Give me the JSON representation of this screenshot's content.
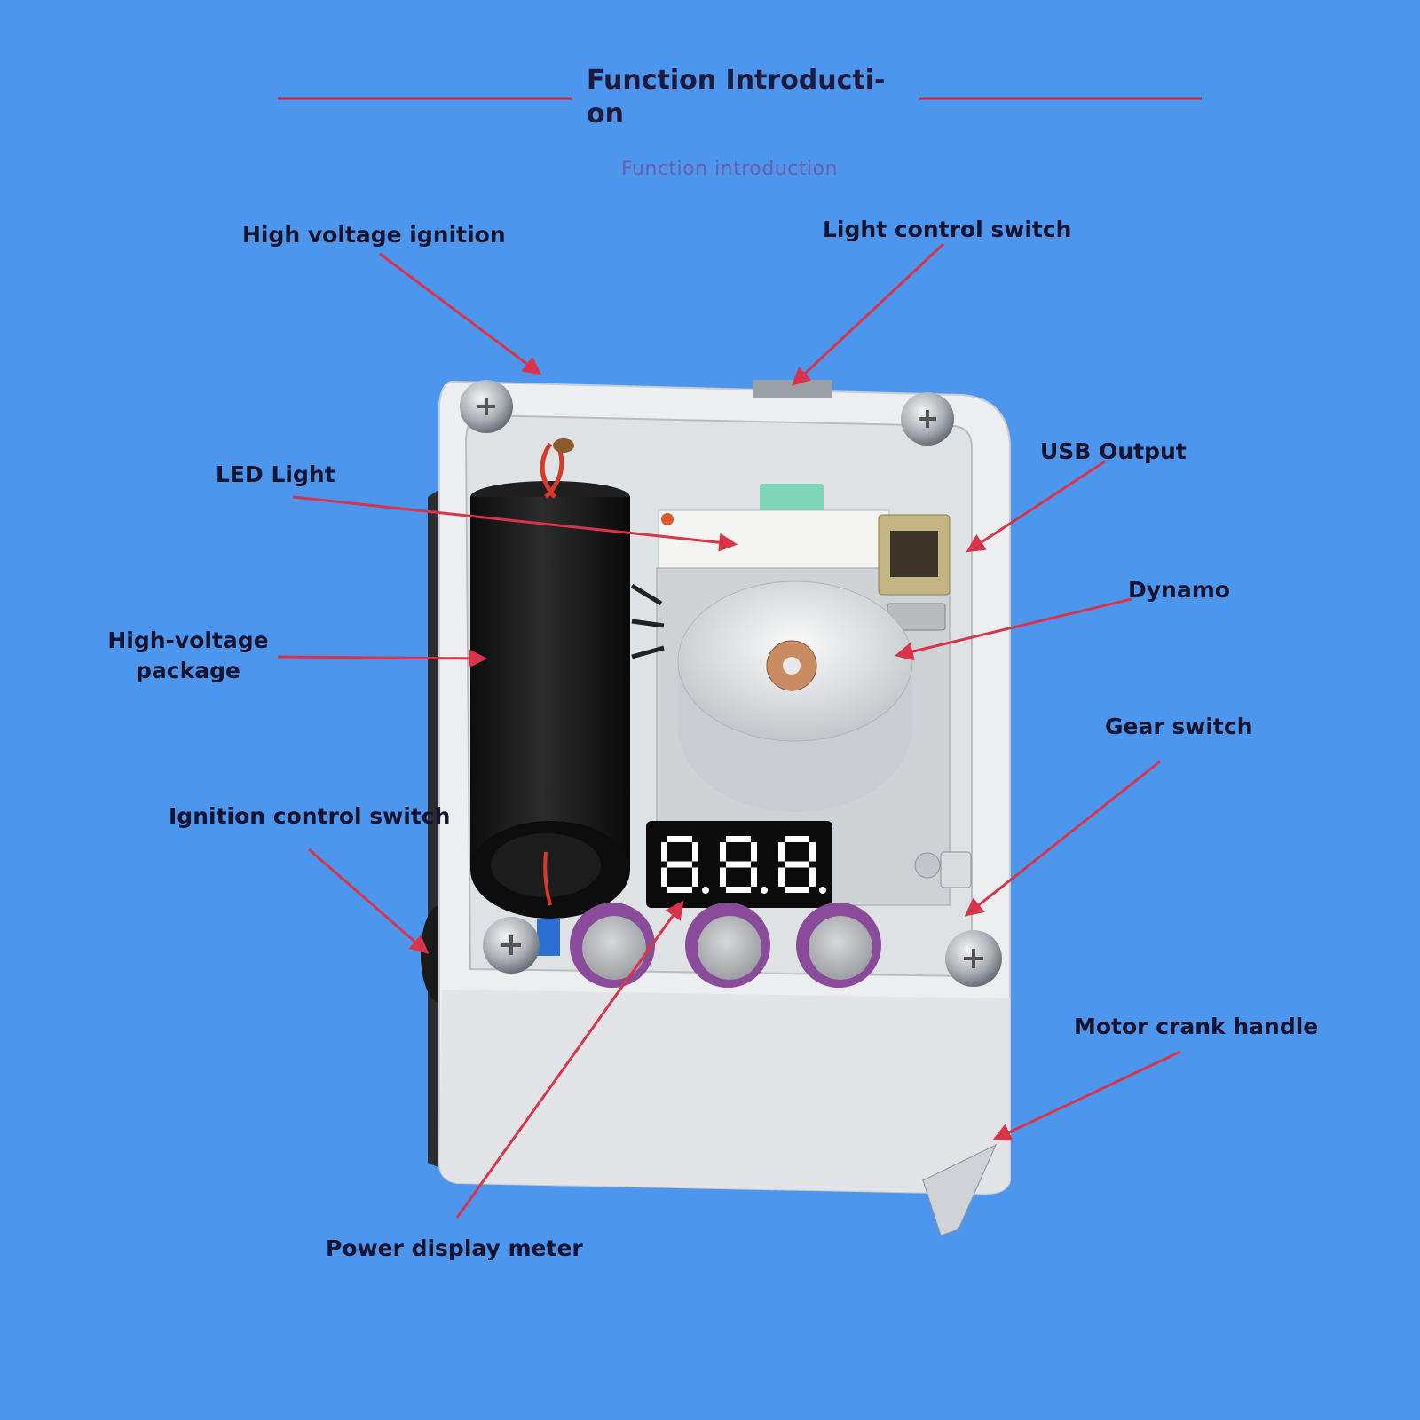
{
  "header": {
    "title": "Function Introducti-\non",
    "subtitle": "Function introduction"
  },
  "labels": {
    "high_voltage_ignition": "High voltage ignition",
    "light_control_switch": "Light control switch",
    "led_light": "LED Light",
    "usb_output": "USB Output",
    "dynamo": "Dynamo",
    "high_voltage_package": "High-voltage\npackage",
    "gear_switch": "Gear switch",
    "ignition_control_switch": "Ignition control switch",
    "motor_crank_handle": "Motor crank handle",
    "power_display_meter": "Power display meter"
  },
  "colors": {
    "background": "#4d96ee",
    "arrow": "#d8344a",
    "rule": "#b0304a"
  }
}
